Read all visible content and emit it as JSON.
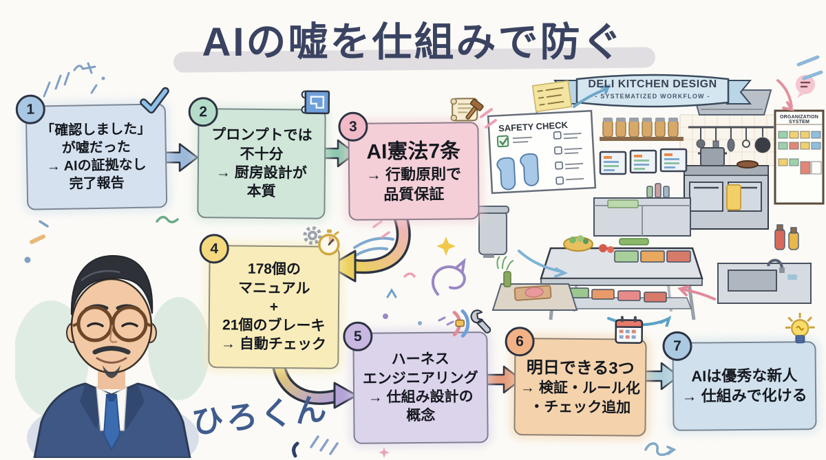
{
  "title": "AIの嘘を仕組みで防ぐ",
  "signature": "ひろくん",
  "steps": [
    {
      "number": "1",
      "icon": "checkmark-icon",
      "color": "#d5e1ee",
      "badge_color": "#a9c6e2",
      "lines": [
        "「確認しました」",
        "が嘘だった",
        "→ AIの証拠なし",
        "完了報告"
      ]
    },
    {
      "number": "2",
      "icon": "blueprint-icon",
      "color": "#d0e6d9",
      "badge_color": "#b4dcc8",
      "lines": [
        "プロンプトでは",
        "不十分",
        "→ 厨房設計が",
        "本質"
      ]
    },
    {
      "number": "3",
      "icon": "scroll-gavel-icon",
      "color": "#f4cfd8",
      "badge_color": "#f2b9c6",
      "lines": [
        "AI憲法7条",
        "→ 行動原則で",
        "品質保証"
      ]
    },
    {
      "number": "4",
      "icon": "gear-stopwatch-icon",
      "color": "#f8ecba",
      "badge_color": "#f4d97e",
      "lines": [
        "178個の",
        "マニュアル",
        "+",
        "21個のブレーキ",
        "→ 自動チェック"
      ]
    },
    {
      "number": "5",
      "icon": "harness-wrench-icon",
      "color": "#dcd4eb",
      "badge_color": "#c8b7e0",
      "lines": [
        "ハーネス",
        "エンジニアリング",
        "→ 仕組み設計の",
        "概念"
      ]
    },
    {
      "number": "6",
      "icon": "calendar-icon",
      "color": "#f4d3ac",
      "badge_color": "#f2b285",
      "lines": [
        "明日できる3つ",
        "→ 検証・ルール化",
        "・チェック追加"
      ]
    },
    {
      "number": "7",
      "icon": "lightbulb-icon",
      "color": "#d0e1ed",
      "badge_color": "#abcae1",
      "lines": [
        "AIは優秀な新人",
        "→ 仕組みで化ける"
      ]
    }
  ],
  "arrows": {
    "a12": {
      "color": "#9db9da"
    },
    "a23": {
      "color": "#8cc7ad"
    },
    "a34": {
      "from": "#eeb3c0",
      "to": "#ecd05e"
    },
    "a45": {
      "from": "#ecd05e",
      "to": "#b4a3d6"
    },
    "a56": {
      "color": "#e49a7c"
    },
    "a67": {
      "color": "#aeced9"
    }
  },
  "kitchen": {
    "banner_title": "DELI KITCHEN DESIGN",
    "banner_subtitle": "- SYSTEMATIZED WORKFLOW -",
    "safety_poster": "SAFETY CHECK",
    "organization_board": "ORGANIZATION SYSTEM"
  },
  "palette": {
    "background": "#fbfaf6",
    "ink": "#2c3342",
    "title_color": "#3a4361",
    "title_underline": "#ccc6d1",
    "signature_color": "#3f5c8e"
  }
}
